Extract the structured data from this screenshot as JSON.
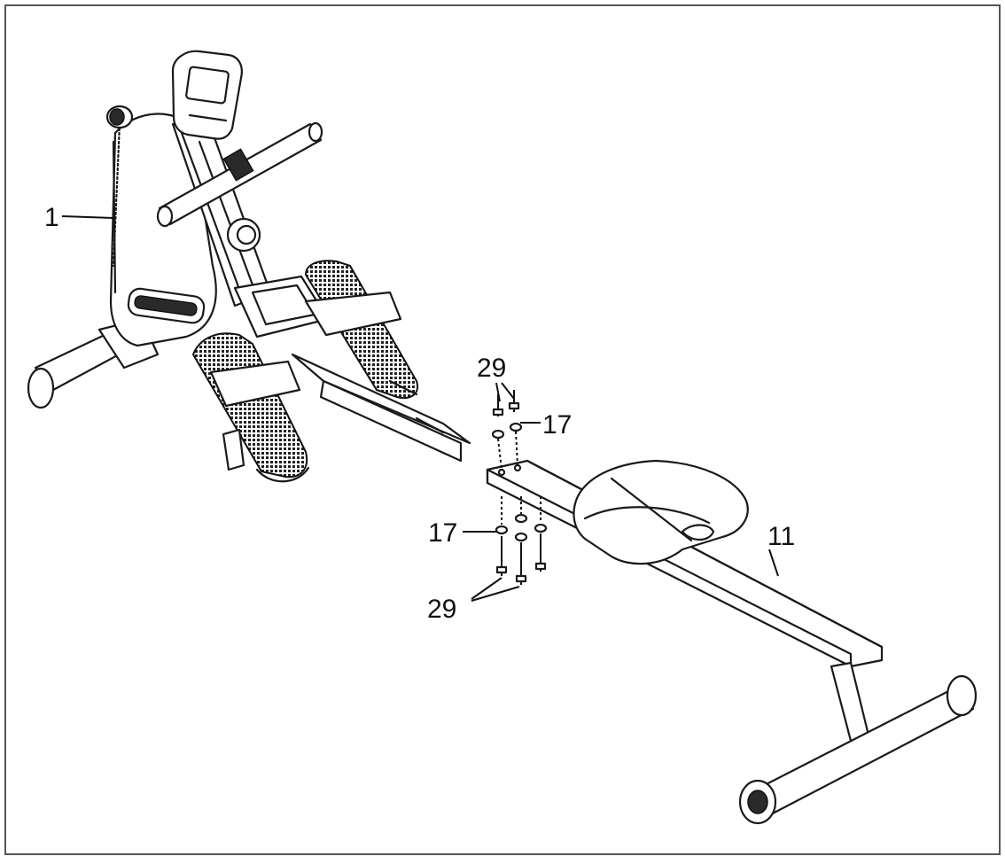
{
  "diagram": {
    "parts": {
      "frame": "1",
      "rail": "11",
      "washer_top": "17",
      "washer_bottom": "17",
      "bolt_top": "29",
      "bolt_bottom": "29"
    },
    "colors": {
      "line": "#1a1a1a",
      "background": "#ffffff",
      "border": "#555555"
    }
  }
}
